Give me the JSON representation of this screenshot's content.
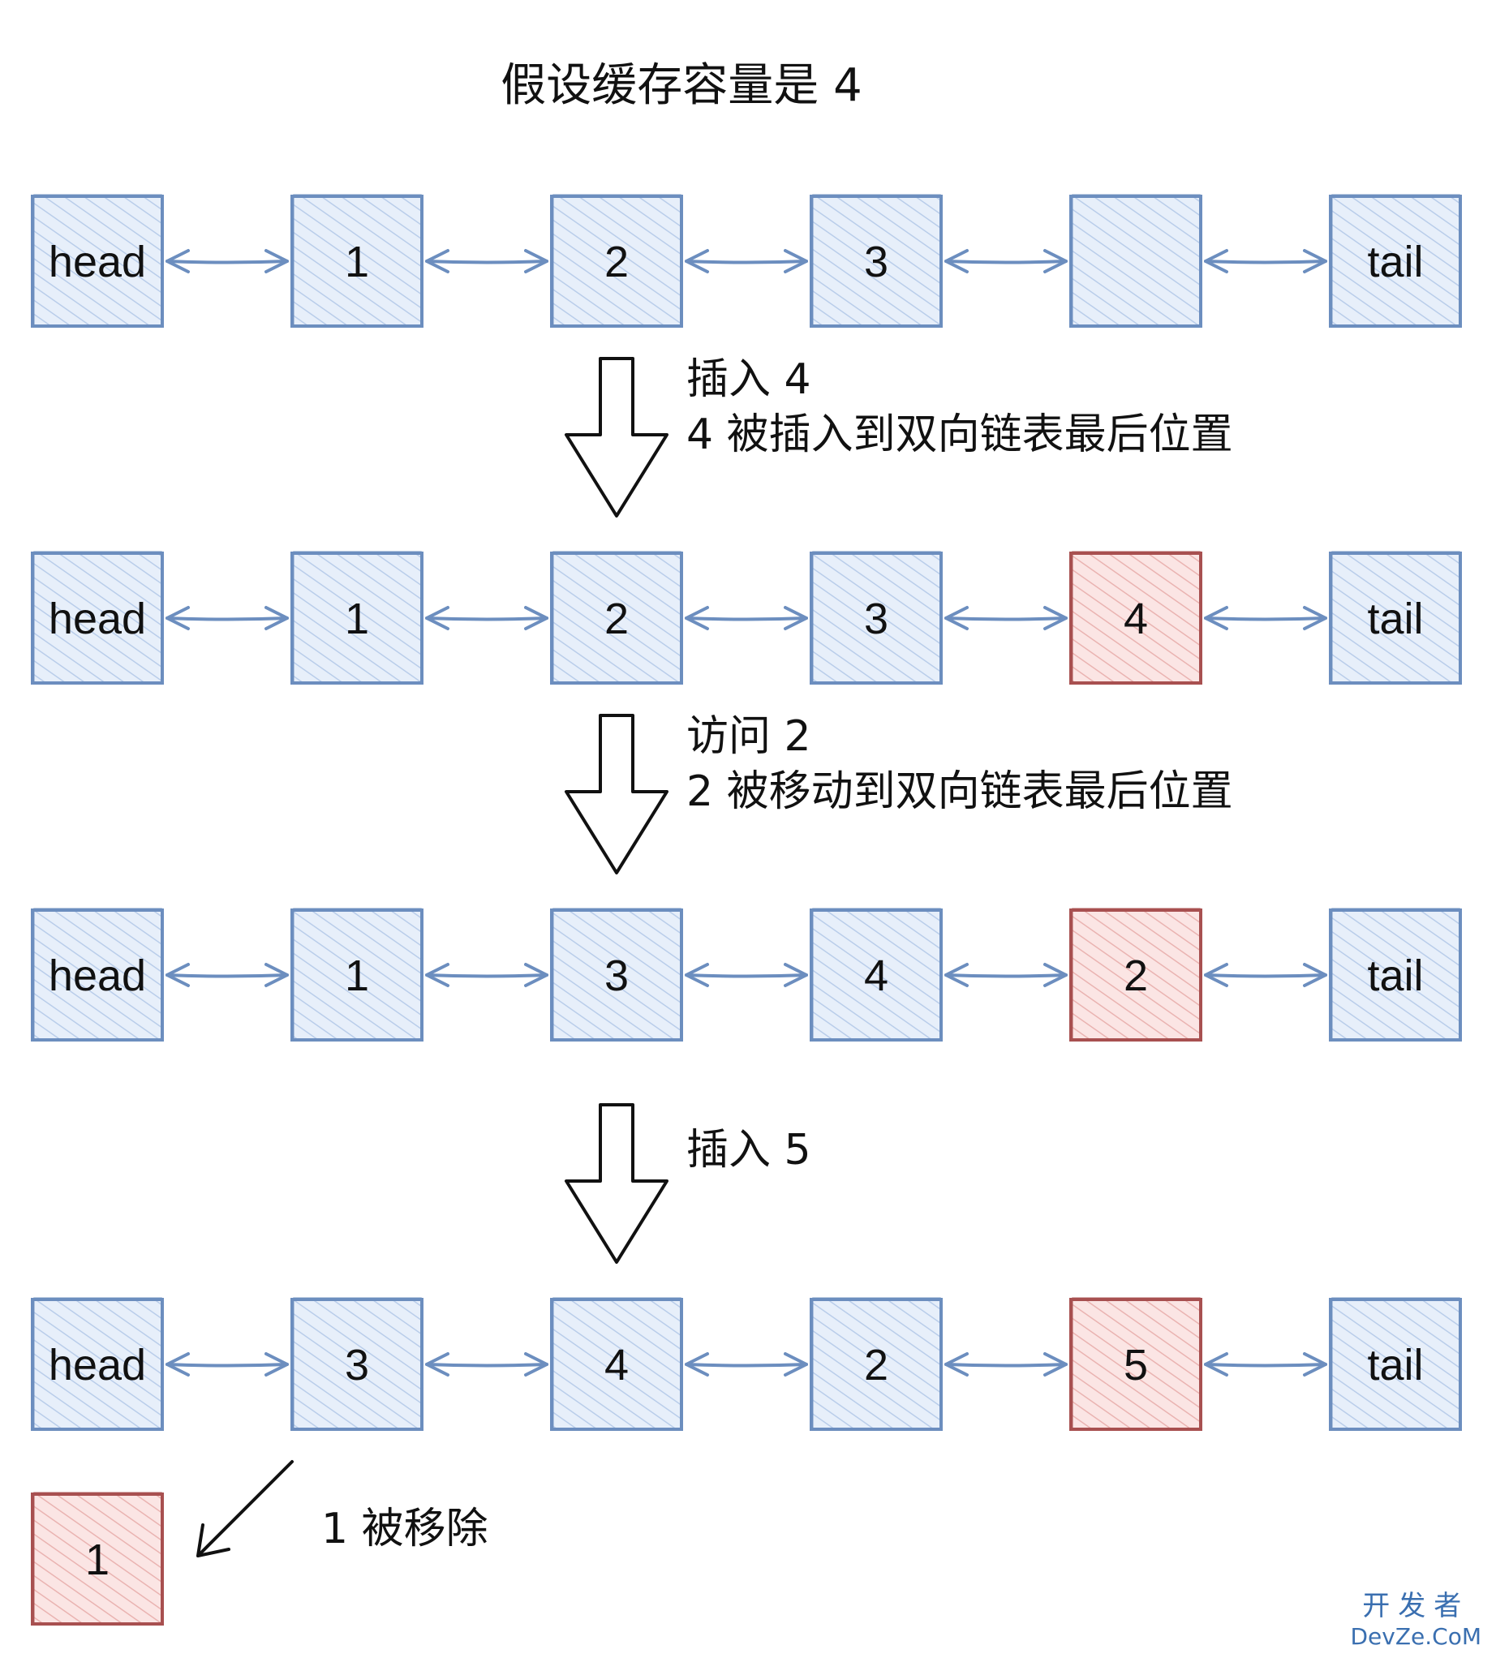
{
  "title": "假设缓存容量是 4",
  "colors": {
    "normal_fill": "#dbe7f7",
    "normal_stroke": "#6c8ebf",
    "highlight_fill": "#f8d7d6",
    "highlight_stroke": "#a85050",
    "arrow": "#6c8ebf"
  },
  "rows": [
    {
      "nodes": [
        {
          "label": "head",
          "highlight": false
        },
        {
          "label": "1",
          "highlight": false
        },
        {
          "label": "2",
          "highlight": false
        },
        {
          "label": "3",
          "highlight": false
        },
        {
          "label": "",
          "highlight": false
        },
        {
          "label": "tail",
          "highlight": false
        }
      ]
    },
    {
      "nodes": [
        {
          "label": "head",
          "highlight": false
        },
        {
          "label": "1",
          "highlight": false
        },
        {
          "label": "2",
          "highlight": false
        },
        {
          "label": "3",
          "highlight": false
        },
        {
          "label": "4",
          "highlight": true
        },
        {
          "label": "tail",
          "highlight": false
        }
      ]
    },
    {
      "nodes": [
        {
          "label": "head",
          "highlight": false
        },
        {
          "label": "1",
          "highlight": false
        },
        {
          "label": "3",
          "highlight": false
        },
        {
          "label": "4",
          "highlight": false
        },
        {
          "label": "2",
          "highlight": true
        },
        {
          "label": "tail",
          "highlight": false
        }
      ]
    },
    {
      "nodes": [
        {
          "label": "head",
          "highlight": false
        },
        {
          "label": "3",
          "highlight": false
        },
        {
          "label": "4",
          "highlight": false
        },
        {
          "label": "2",
          "highlight": false
        },
        {
          "label": "5",
          "highlight": true
        },
        {
          "label": "tail",
          "highlight": false
        }
      ]
    }
  ],
  "steps": [
    {
      "line1": "插入 4",
      "line2": "4 被插入到双向链表最后位置"
    },
    {
      "line1": "访问 2",
      "line2": "2 被移动到双向链表最后位置"
    },
    {
      "line1": "插入 5",
      "line2": ""
    }
  ],
  "removed": {
    "label": "1",
    "caption": "1 被移除",
    "highlight": true
  },
  "watermark": {
    "top": "开发者",
    "bottom": "DevZe.CoM"
  }
}
